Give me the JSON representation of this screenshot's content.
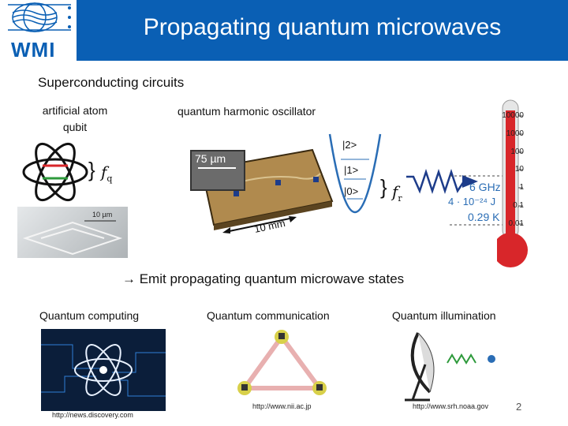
{
  "header": {
    "title": "Propagating quantum microwaves",
    "logo_text": "WMI"
  },
  "section": {
    "subtitle": "Superconducting circuits",
    "atom_label": "artificial atom\nqubit",
    "qho_label": "quantum harmonic oscillator",
    "fq_symbol": "f",
    "fq_sub": "q",
    "fr_symbol": "f",
    "fr_sub": "r",
    "scale_75": "75 µm",
    "scale_10um": "10 µm",
    "scale_10mm": "10 mm",
    "levels": [
      "|2>",
      "|1>",
      "|0>"
    ],
    "freq": "6 GHz",
    "energy": "4 · 10⁻²⁴ J",
    "temp_k": "0.29 K"
  },
  "thermometer": {
    "ticks": [
      "10000",
      "1000",
      "100",
      "10",
      "1",
      "0.1",
      "0.01"
    ]
  },
  "emit_line": "→ Emit propagating quantum microwave states",
  "applications": [
    {
      "label": "Quantum computing",
      "source": "http://news.discovery.com"
    },
    {
      "label": "Quantum communication",
      "source": "http://www.nii.ac.jp"
    },
    {
      "label": "Quantum illumination",
      "source": "http://www.srh.noaa.gov"
    }
  ],
  "page_number": "2",
  "colors": {
    "brand_blue": "#0a5fb4",
    "thermo_red": "#d8262a",
    "freq_blue": "#2a6db5"
  }
}
